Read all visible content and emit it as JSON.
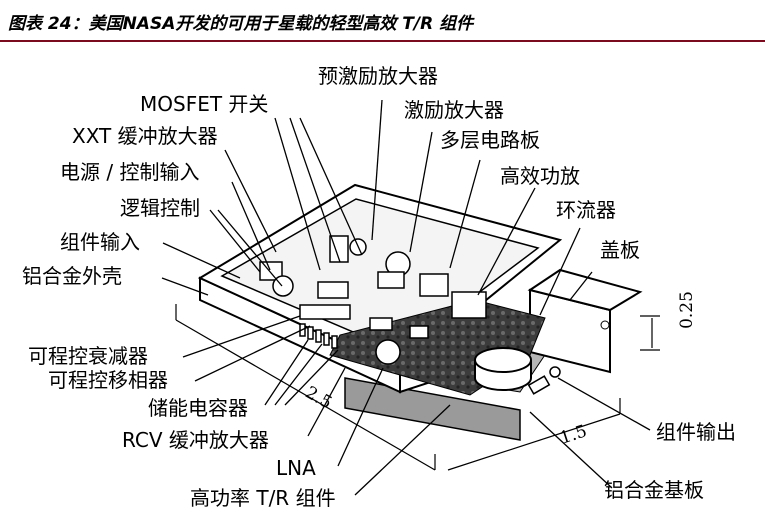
{
  "caption": "图表 24：美国NASA开发的可用于星载的轻型高效 T/R 组件",
  "labels": {
    "mosfet_switch": "MOSFET 开关",
    "pre_driver_amp": "预激励放大器",
    "driver_amp": "激励放大器",
    "multilayer_board": "多层电路板",
    "xxt_buffer_amp": "XXT 缓冲放大器",
    "power_control_input": "电源 / 控制输入",
    "high_eff_pa": "高效功放",
    "logic_control": "逻辑控制",
    "circulator": "环流器",
    "module_input": "组件输入",
    "cover_plate": "盖板",
    "al_alloy_housing": "铝合金外壳",
    "prog_attenuator": "可程控衰减器",
    "prog_phase_shifter": "可程控移相器",
    "storage_capacitor": "储能电容器",
    "rcv_buffer_amp": "RCV 缓冲放大器",
    "lna": "LNA",
    "high_power_tr_module": "高功率 T/R 组件",
    "module_output": "组件输出",
    "al_alloy_substrate": "铝合金基板"
  },
  "dimensions": {
    "thickness": "0.25",
    "length": "2.5",
    "width": "1.5"
  }
}
